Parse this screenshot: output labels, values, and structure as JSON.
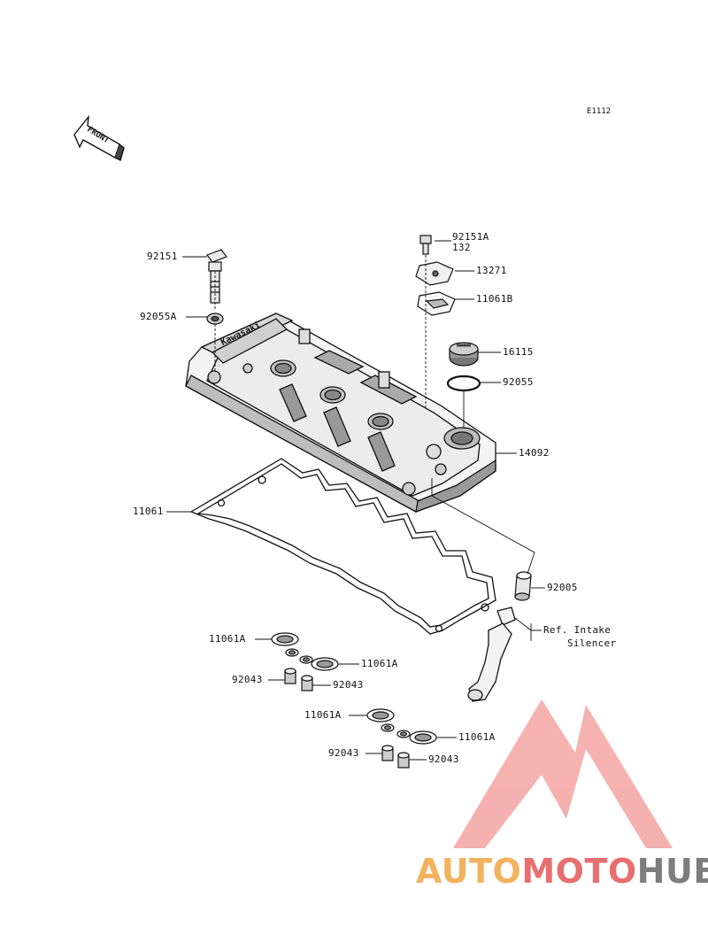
{
  "diagram": {
    "code": "E1112",
    "front_label": "FRONT",
    "brand_on_cover": "Kawasaki",
    "callouts": [
      {
        "id": "c1",
        "text": "92151"
      },
      {
        "id": "c2",
        "text": "92055A"
      },
      {
        "id": "c3",
        "text": "92151A"
      },
      {
        "id": "c3b",
        "text": "132"
      },
      {
        "id": "c4",
        "text": "13271"
      },
      {
        "id": "c5",
        "text": "11061B"
      },
      {
        "id": "c6",
        "text": "16115"
      },
      {
        "id": "c7",
        "text": "92055"
      },
      {
        "id": "c8",
        "text": "14092"
      },
      {
        "id": "c9",
        "text": "11061"
      },
      {
        "id": "c10",
        "text": "92005"
      },
      {
        "id": "c11",
        "text": "Ref. Intake"
      },
      {
        "id": "c11b",
        "text": "Silencer"
      },
      {
        "id": "c12",
        "text": "11061A"
      },
      {
        "id": "c13",
        "text": "11061A"
      },
      {
        "id": "c14",
        "text": "92043"
      },
      {
        "id": "c15",
        "text": "92043"
      },
      {
        "id": "c16",
        "text": "11061A"
      },
      {
        "id": "c17",
        "text": "11061A"
      },
      {
        "id": "c18",
        "text": "92043"
      },
      {
        "id": "c19",
        "text": "92043"
      }
    ]
  },
  "watermark": {
    "part1": "AUTO",
    "part2": "MOTO",
    "part3": "HUB",
    "colors": {
      "auto": "#f3b25e",
      "moto": "#e86f6f",
      "hub": "#7d7d7d",
      "logo": "#f08a8a"
    }
  }
}
